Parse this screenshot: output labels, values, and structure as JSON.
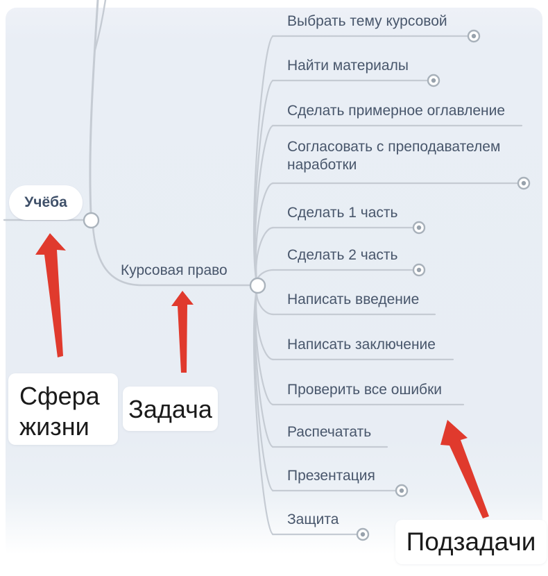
{
  "mindmap": {
    "branch": {
      "label": "Учёба"
    },
    "task": {
      "label": "Курсовая право"
    },
    "subtasks": [
      {
        "label": "Выбрать тему курсовой",
        "has_toggle": true
      },
      {
        "label": "Найти материалы",
        "has_toggle": true
      },
      {
        "label": "Сделать примерное оглавление",
        "has_toggle": false
      },
      {
        "label": "Согласовать с преподавателем наработки",
        "has_toggle": true
      },
      {
        "label": "Сделать 1 часть",
        "has_toggle": true
      },
      {
        "label": "Сделать 2 часть",
        "has_toggle": true
      },
      {
        "label": "Написать введение",
        "has_toggle": false
      },
      {
        "label": "Написать заключение",
        "has_toggle": false
      },
      {
        "label": "Проверить все ошибки",
        "has_toggle": false
      },
      {
        "label": "Распечатать",
        "has_toggle": false
      },
      {
        "label": "Презентация",
        "has_toggle": true
      },
      {
        "label": "Защита",
        "has_toggle": true
      }
    ]
  },
  "annotations": {
    "sphere": {
      "label": "Сфера жизни"
    },
    "task": {
      "label": "Задача"
    },
    "subtasks": {
      "label": "Подзадачи"
    }
  },
  "colors": {
    "panel_background": "#e8edf4",
    "connector_line": "#c5cbd3",
    "node_text": "#48566b",
    "toggle_ring": "#a8b1ba",
    "toggle_dot": "#98a2ac",
    "arrow_red": "#e03a2d",
    "annotation_text": "#1a1a1a"
  }
}
